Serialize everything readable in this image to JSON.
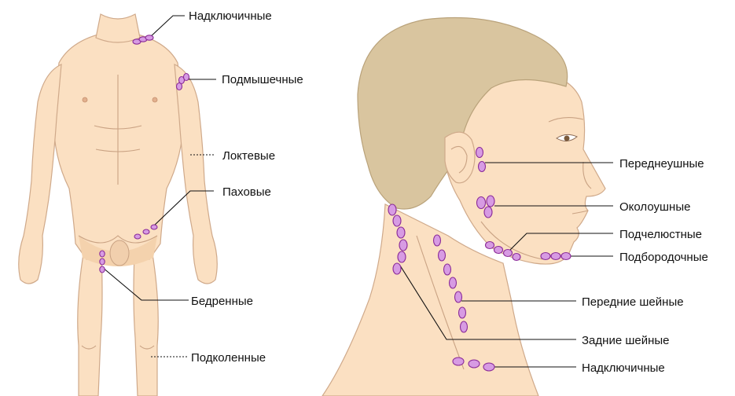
{
  "body_labels": {
    "supraclavicular": "Надключичные",
    "axillary": "Подмышечные",
    "cubital": "Локтевые",
    "inguinal": "Паховые",
    "femoral": "Бедренные",
    "popliteal": "Подколенные"
  },
  "head_labels": {
    "preauricular": "Переднеушные",
    "parotid": "Околоушные",
    "submandibular": "Подчелюстные",
    "submental": "Подбородочные",
    "anterior_cervical": "Передние шейные",
    "posterior_cervical": "Задние шейные",
    "supraclavicular": "Надключичные"
  },
  "colors": {
    "skin": "#fbe0c2",
    "hair": "#d9c59f",
    "node_fill": "#d79be3",
    "node_stroke": "#8a2a98"
  }
}
